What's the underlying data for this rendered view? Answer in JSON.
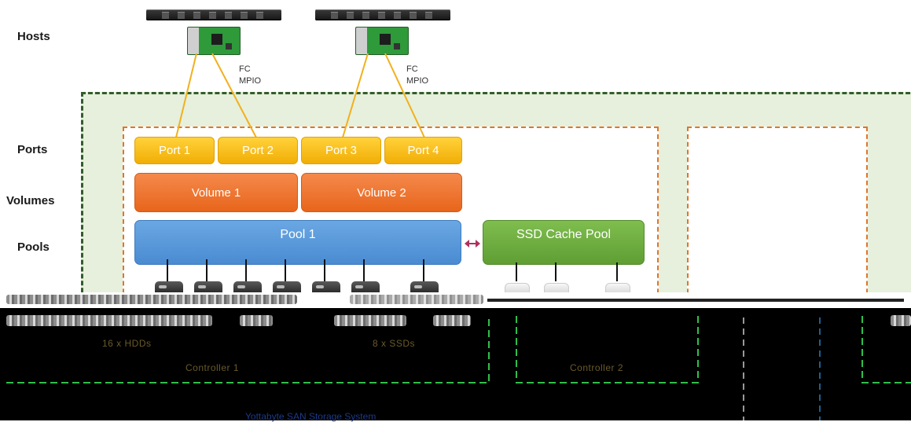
{
  "row_labels": {
    "hosts": "Hosts",
    "ports": "Ports",
    "volumes": "Volumes",
    "pools": "Pools"
  },
  "host_links": [
    {
      "fc_label": "FC",
      "mpio_label": "MPIO"
    },
    {
      "fc_label": "FC",
      "mpio_label": "MPIO"
    }
  ],
  "ports": [
    "Port 1",
    "Port 2",
    "Port 3",
    "Port 4"
  ],
  "volumes": [
    "Volume 1",
    "Volume 2"
  ],
  "pools": {
    "pool1": "Pool 1",
    "ssd_cache": "SSD Cache Pool",
    "link_icon": "double-arrow-icon"
  },
  "bottom_labels": {
    "hdds": "16 x HDDs",
    "ssds": "8 x SSDs",
    "controller1": "Controller 1",
    "controller2": "Controller 2",
    "system": "Yottabyte SAN Storage System"
  },
  "colors": {
    "port": "#f2ad05",
    "volume": "#e8651c",
    "pool1": "#4a8bd1",
    "ssd_pool": "#5f9e33",
    "enclosure_fill": "#e6f0dc",
    "enclosure_border": "#335d2a",
    "controller_border": "#e0752a",
    "fc_line": "#f2b01e",
    "link_arrow": "#b03060"
  }
}
